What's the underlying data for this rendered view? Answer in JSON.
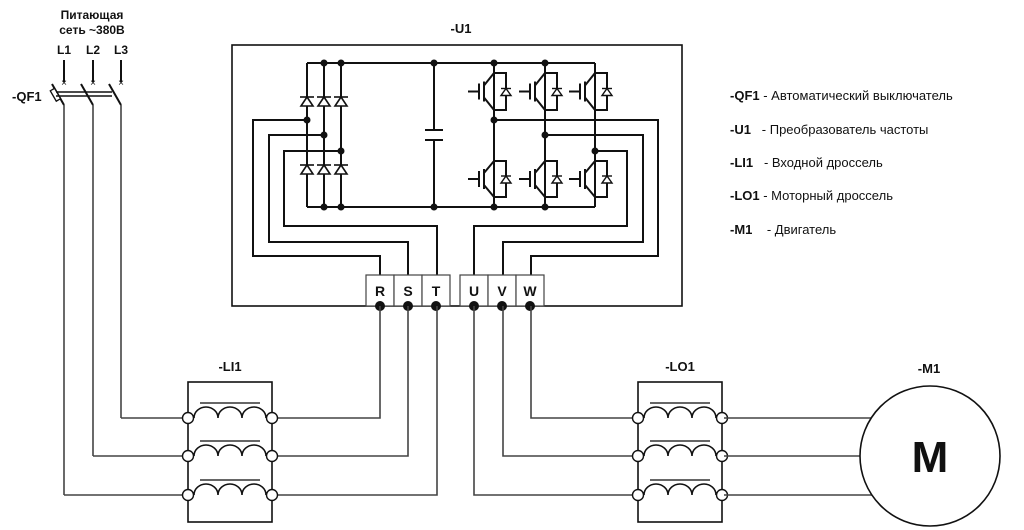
{
  "supply": {
    "title_line1": "Питающая",
    "title_line2": "сеть ~380В",
    "phases": [
      "L1",
      "L2",
      "L3"
    ]
  },
  "components": {
    "breaker": "-QF1",
    "converter": "-U1",
    "input_choke": "-LI1",
    "motor_choke": "-LO1",
    "motor": "-M1",
    "motor_symbol": "M"
  },
  "terminals": {
    "input": [
      "R",
      "S",
      "T"
    ],
    "output": [
      "U",
      "V",
      "W"
    ]
  },
  "legend": [
    {
      "code": "-QF1",
      "text": " - Автоматический выключатель"
    },
    {
      "code": "-U1",
      "text": "   - Преобразователь частоты"
    },
    {
      "code": "-LI1",
      "text": "   - Входной дроссель"
    },
    {
      "code": "-LO1",
      "text": " - Моторный дроссель"
    },
    {
      "code": "-M1",
      "text": "    - Двигатель"
    }
  ]
}
